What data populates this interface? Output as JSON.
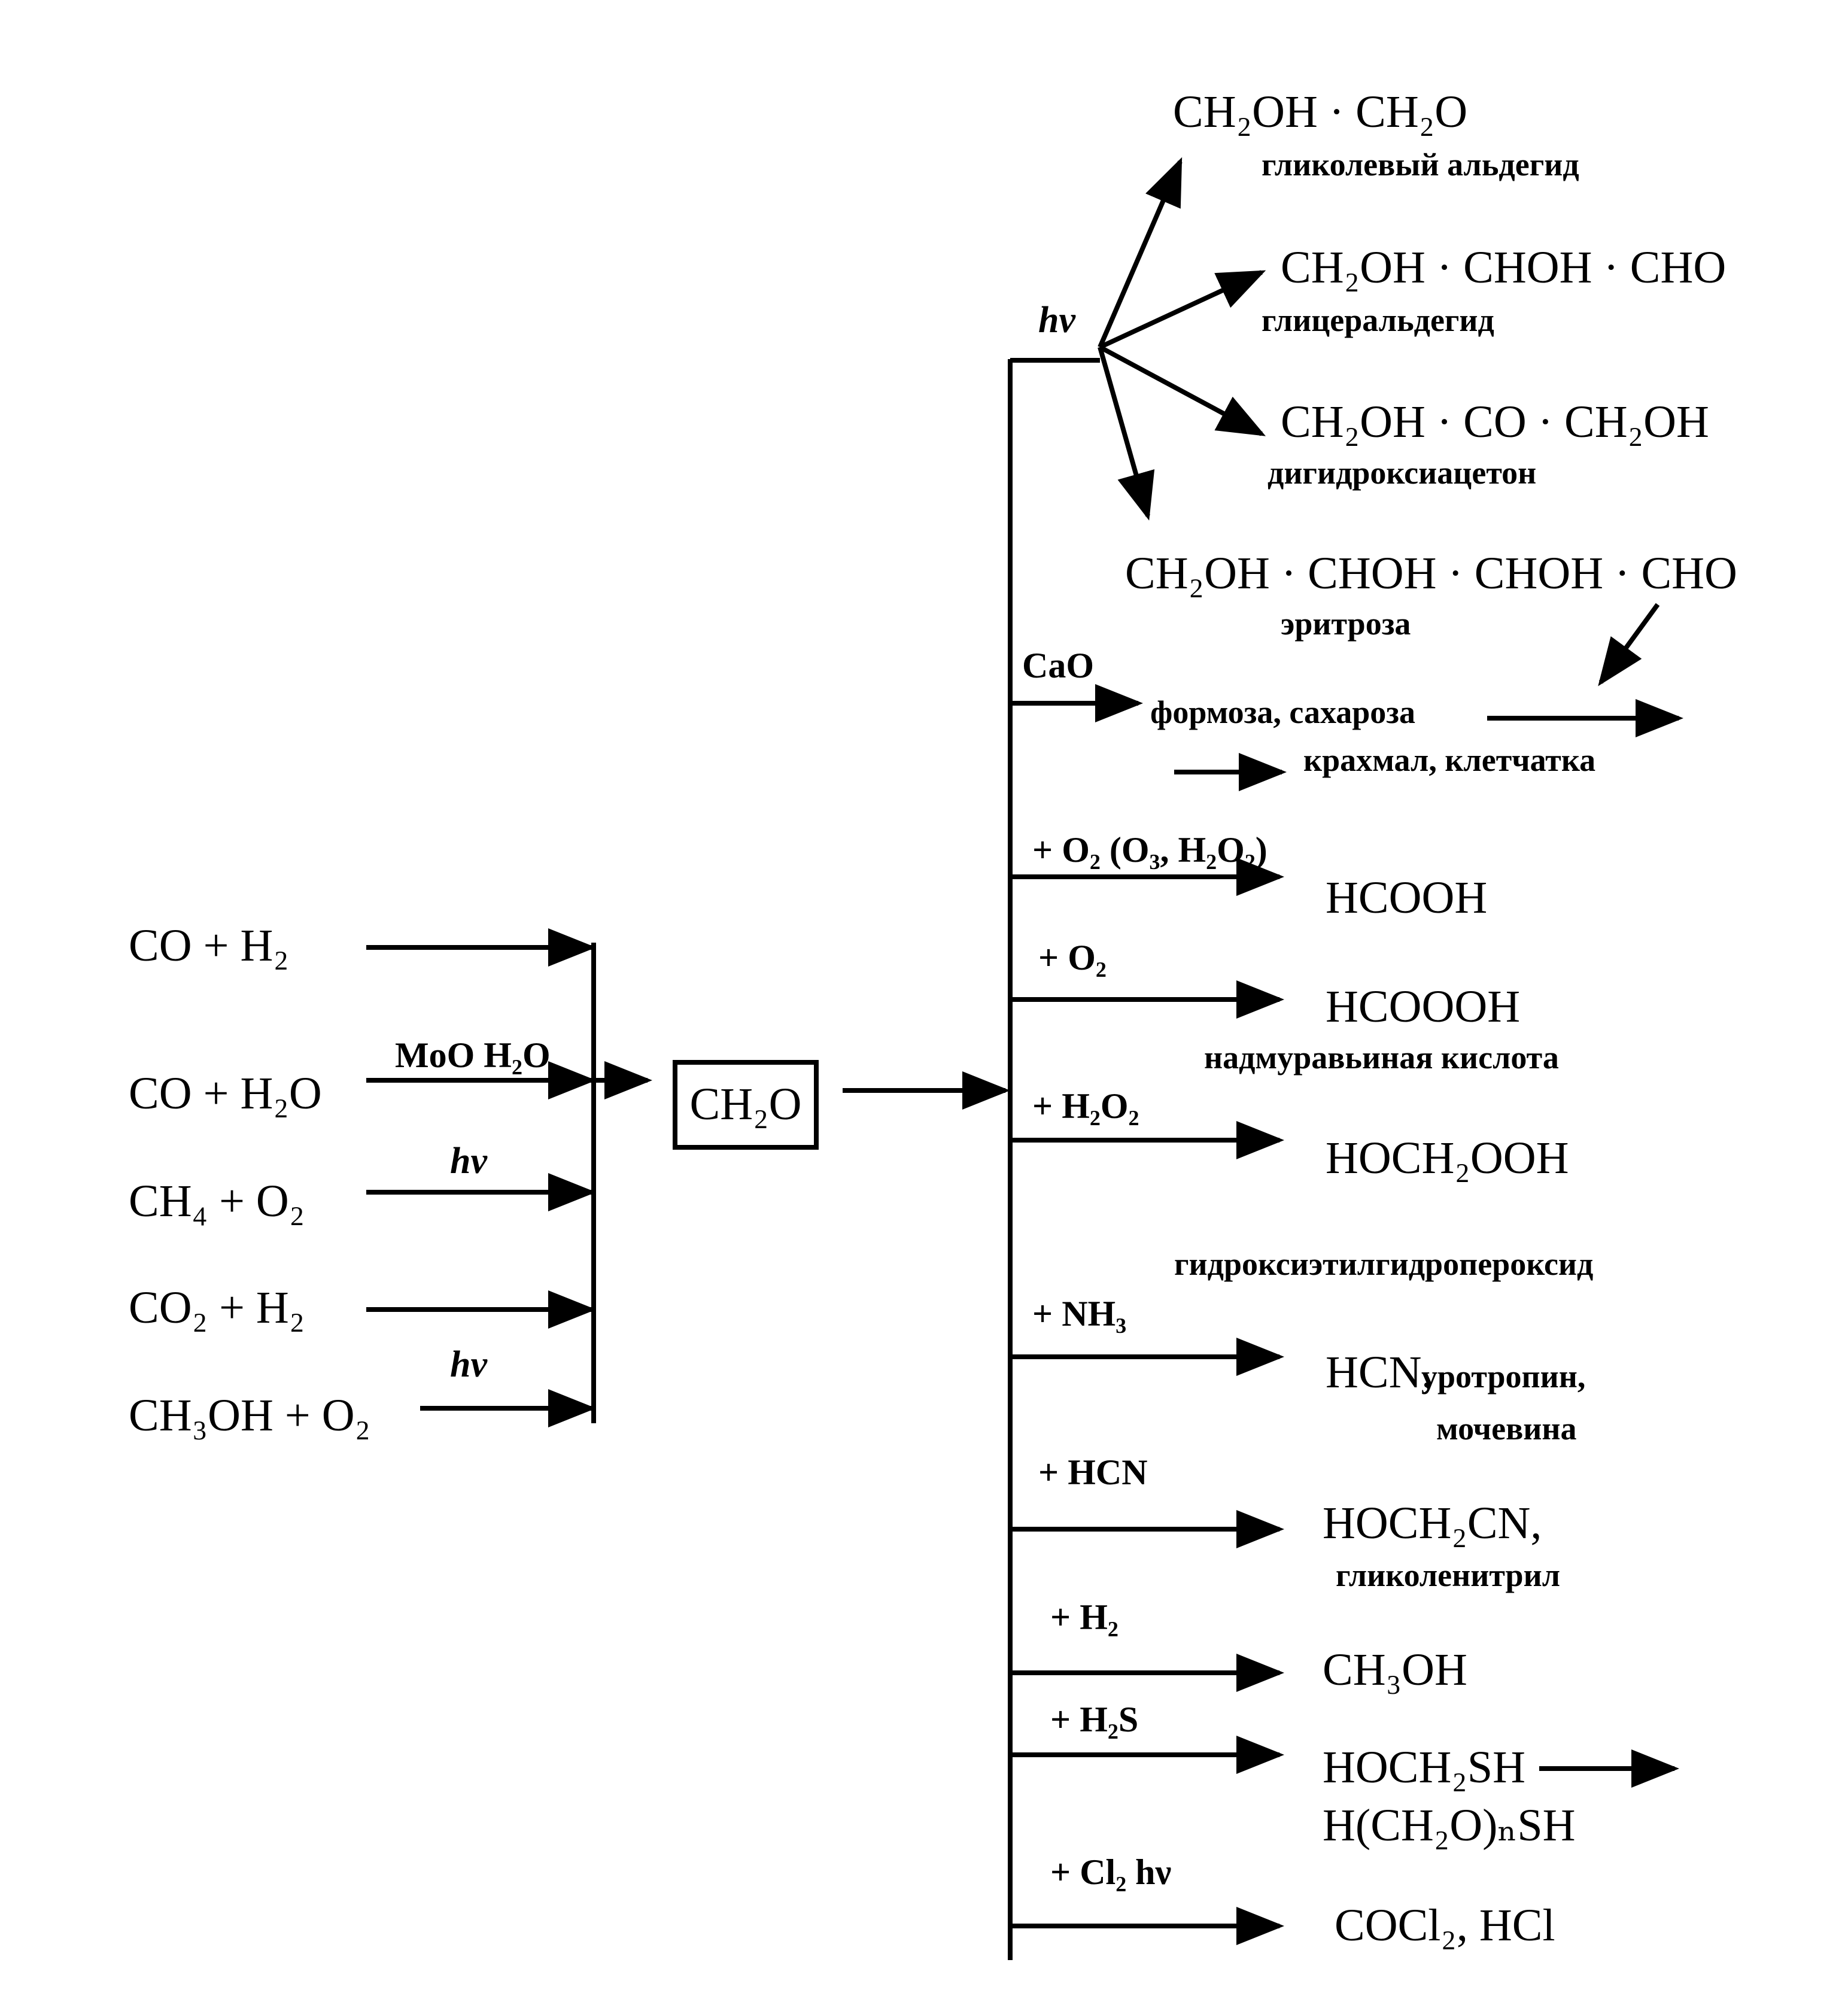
{
  "reactants": [
    "CO + H₂",
    "CO + H₂O",
    "CH₄ + O₂",
    "CO₂ + H₂",
    "CH₃OH + O₂"
  ],
  "reactant_conditions": {
    "co_h2o": "MoO H₂O",
    "ch4_o2": "hν",
    "ch3oh_o2": "hν"
  },
  "center": "CH₂O",
  "photolysis": {
    "condition": "hν",
    "products": [
      {
        "formula": "CH₂OH · CH₂O",
        "name": "гликолевый альдегид"
      },
      {
        "formula": "CH₂OH · CHOH · CHO",
        "name": "глицеральдегид"
      },
      {
        "formula": "CH₂OH · CO · CH₂OH",
        "name": "дигидроксиацетон"
      },
      {
        "formula": "CH₂OH · CHOH · CHOH · CHO",
        "name": "эритроза"
      }
    ]
  },
  "branches": [
    {
      "reagent": "CaO",
      "product": "формоза, сахароза",
      "product2": "крахмал, клетчатка"
    },
    {
      "reagent": "+ O₂ (O₃, H₂O₂)",
      "product": "HCOOH"
    },
    {
      "reagent": "+ O₂",
      "product": "HCOOOH",
      "name": "надмуравьиная кислота"
    },
    {
      "reagent": "+ H₂O₂",
      "product": "HOCH₂OOH",
      "name": "гидроксиэтилгидропероксид"
    },
    {
      "reagent": "+ NH₃",
      "product": "HCN,",
      "product_extra": "уротропин,",
      "name": "мочевина"
    },
    {
      "reagent": "+ HCN",
      "product": "HOCH₂CN,",
      "name": "гликоленитрил"
    },
    {
      "reagent": "+ H₂",
      "product": "CH₃OH"
    },
    {
      "reagent": "+ H₂S",
      "product": "HOCH₂SH",
      "product2": "H(CH₂O)ₙSH"
    },
    {
      "reagent": "+ Cl₂ hν",
      "product": "COCl₂, HCl"
    }
  ]
}
